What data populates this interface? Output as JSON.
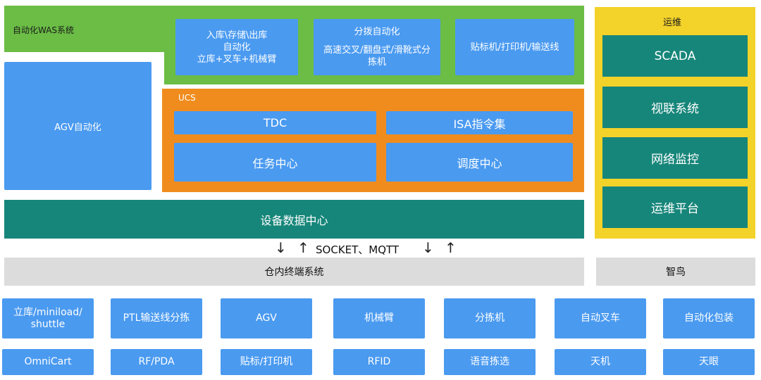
{
  "colors": {
    "green": "#6bbd45",
    "orange": "#f08c1e",
    "yellow": "#f3d22a",
    "blue_box": "#4a9af0",
    "teal": "#17867a",
    "grey": "#dcdcdc"
  },
  "was": {
    "title": "自动化WAS系统",
    "box1_lines": [
      "入库\\存储\\出库",
      "自动化",
      "立库+叉车+机械臂"
    ],
    "box2_lines": [
      "分拨自动化",
      "高速交叉/翻盘式/滑靴式分",
      "拣机"
    ],
    "box3": "贴标机/打印机/输送线"
  },
  "agv": "AGV自动化",
  "ucs": {
    "title": "UCS",
    "tdc": "TDC",
    "isa": "ISA指令集",
    "task": "任务中心",
    "dispatch": "调度中心"
  },
  "device_center": "设备数据中心",
  "protocol": "SOCKET、MQTT",
  "ops": {
    "title": "运维",
    "items": [
      "SCADA",
      "视联系统",
      "网络监控",
      "运维平台"
    ]
  },
  "terminal": "仓内终端系统",
  "zhiniao": "智鸟",
  "devices_row1": [
    "立库/miniload/\nshuttle",
    "PTL输送线分拣",
    "AGV",
    "机械臂",
    "分拣机",
    "自动叉车",
    "自动化包装"
  ],
  "devices_row2": [
    "OmniCart",
    "RF/PDA",
    "贴标/打印机",
    "RFID",
    "语音拣选",
    "天机",
    "天眼"
  ]
}
